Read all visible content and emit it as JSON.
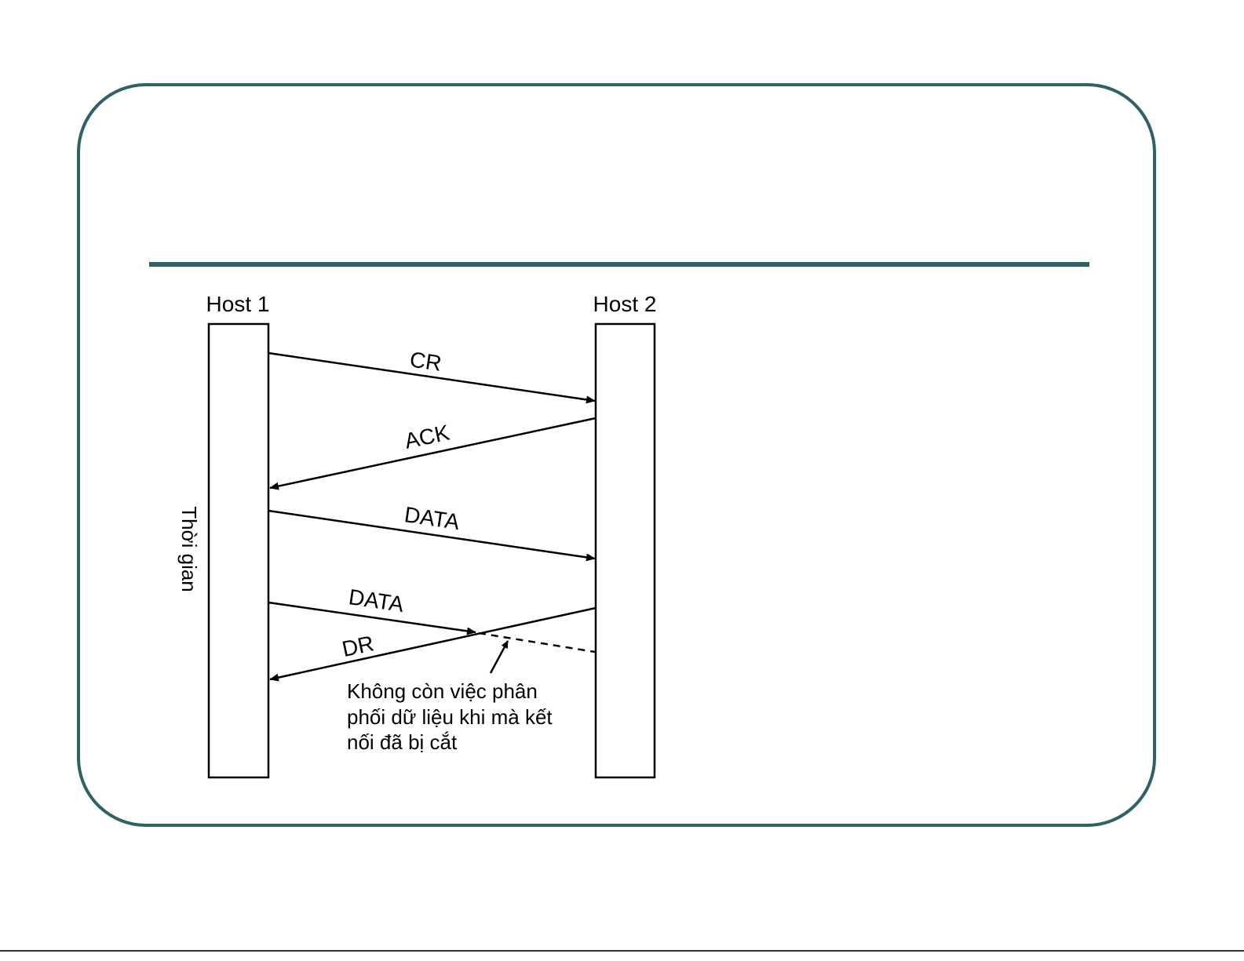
{
  "colors": {
    "frame": "#2e6266",
    "title_rule": "#2e6266",
    "ink": "#000000"
  },
  "diagram": {
    "host1_label": "Host 1",
    "host2_label": "Host 2",
    "time_label": "Thời gian",
    "messages": {
      "cr": "CR",
      "ack": "ACK",
      "data1": "DATA",
      "data2": "DATA",
      "dr": "DR"
    },
    "annotation": {
      "line1": "Không còn việc phân",
      "line2": "phối dữ liệu khi mà kết",
      "line3": "nối đã bị cắt"
    }
  }
}
